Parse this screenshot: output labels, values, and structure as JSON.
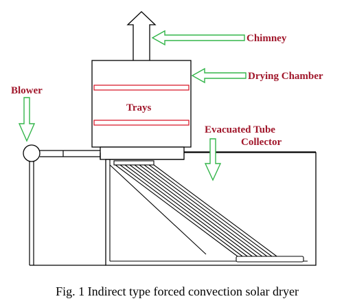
{
  "labels": {
    "chimney": "Chimney",
    "drying_chamber": "Drying Chamber",
    "blower": "Blower",
    "trays": "Trays",
    "evacuated_line1": "Evacuated Tube",
    "evacuated_line2": "Collector"
  },
  "caption": "Fig. 1 Indirect type forced convection solar dryer",
  "colors": {
    "label_red": "#a0162a",
    "arrow_green": "#33b54a",
    "tray_red": "#d81e2e",
    "outline": "#000000"
  }
}
